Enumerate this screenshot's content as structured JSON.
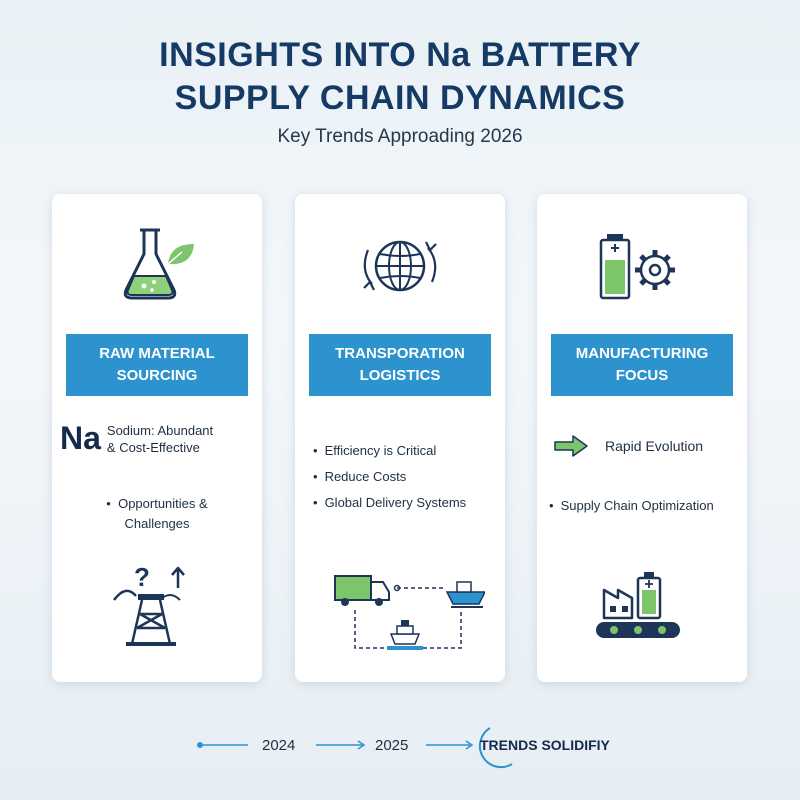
{
  "header": {
    "title_line1": "INSIGHTS INTO Na BATTERY",
    "title_line2": "SUPPLY CHAIN DYNAMICS",
    "subtitle": "Key Trends Approading 2026"
  },
  "cards": [
    {
      "banner_line1": "RAW MATERIAL",
      "banner_line2": "SOURCING",
      "symbol": "Na",
      "desc_line1": "Sodium: Abundant",
      "desc_line2": "& Cost-Effective",
      "bullet_line1": "Opportunities &",
      "bullet_line2": "Challenges",
      "question_mark": "?"
    },
    {
      "banner_line1": "TRANSPORATION",
      "banner_line2": "LOGISTICS",
      "bullets": [
        "Efficiency is Critical",
        "Reduce Costs",
        "Global Delivery Systems"
      ]
    },
    {
      "banner_line1": "MANUFACTURING",
      "banner_line2": "FOCUS",
      "arrow_text": "Rapid Evolution",
      "bullet": "Supply Chain Optimization"
    }
  ],
  "timeline": {
    "labels": [
      "2024",
      "2025"
    ],
    "final": "TRENDS SOLIDIFIY"
  },
  "colors": {
    "title": "#153a66",
    "banner": "#2d93cf",
    "accent_green": "#7cc56a",
    "icon_navy": "#1d3557"
  }
}
